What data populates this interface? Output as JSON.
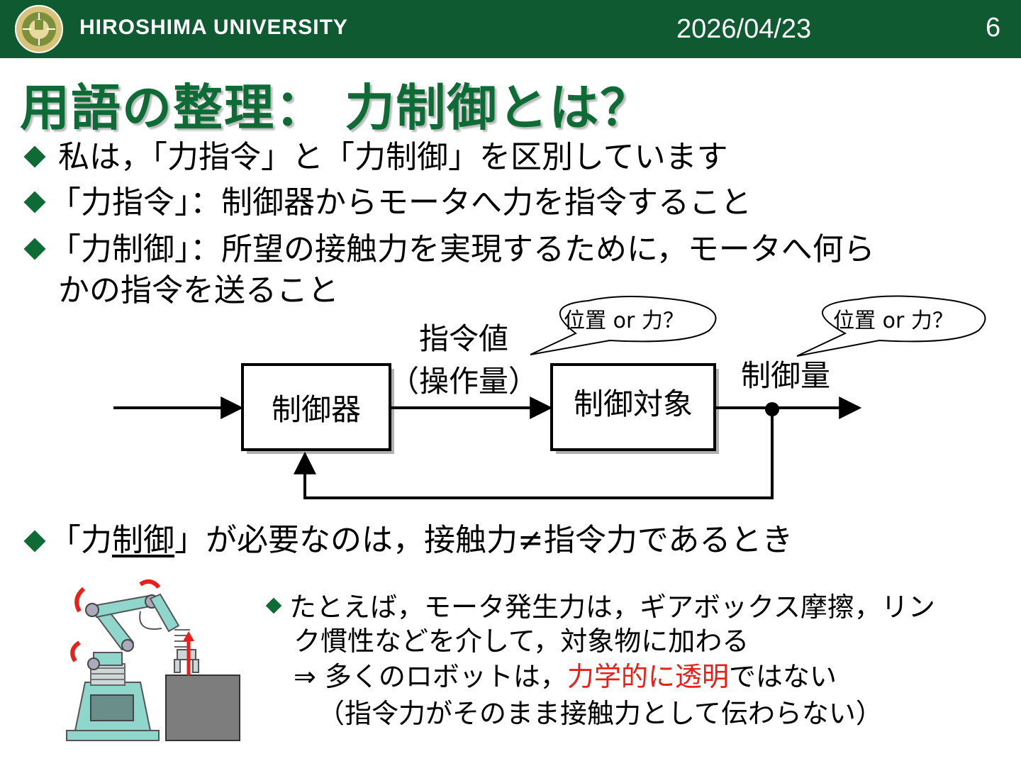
{
  "header": {
    "university": "HIROSHIMA UNIVERSITY",
    "date": "2026/04/23",
    "page_number": "6",
    "bg_color": "#0f5a31"
  },
  "title": "用語の整理： 力制御とは？",
  "bullets": [
    "私は，「力指令」と「力制御」を区別しています",
    "「力指令」：制御器からモータへ力を指令すること",
    "「力制御」：所望の接触力を実現するために，モータへ何ら",
    "かの指令を送ること"
  ],
  "diagram": {
    "controller_label": "制御器",
    "plant_label": "制御対象",
    "command_label": "指令値",
    "manipulated_label": "（操作量）",
    "output_label": "制御量",
    "bubble1": "位置 or  力？",
    "bubble2": "位置 or  力？"
  },
  "bullet4": {
    "prefix": "「力",
    "underlined": "制御",
    "suffix": "」が必要なのは，接触力≠指令力であるとき"
  },
  "example": {
    "line1": "たとえば，モータ発生力は，ギアボックス摩擦，リン",
    "line2": "ク慣性などを介して，対象物に加わる",
    "line3_prefix": "⇒  多くのロボットは，",
    "line3_red": "力学的に透明",
    "line3_suffix": "ではない",
    "line4": "（指令力がそのまま接触力として伝わらない）"
  },
  "colors": {
    "accent_green": "#0f6b35",
    "highlight_red": "#e8201a",
    "robot_teal": "#8fd6cc"
  }
}
